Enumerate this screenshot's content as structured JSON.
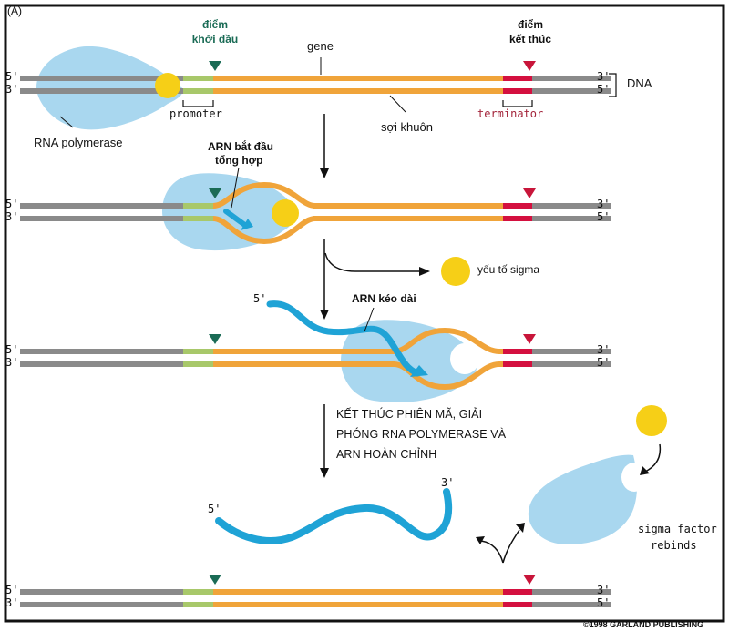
{
  "figure": {
    "panel_label": "(A)",
    "copyright": "©1998 GARLAND PUBLISHING"
  },
  "labels": {
    "start_point": [
      "điểm",
      "khởi đầu"
    ],
    "end_point": [
      "điểm",
      "kết thúc"
    ],
    "gene": "gene",
    "dna": "DNA",
    "promoter": "promoter",
    "template_strand": "sợi khuôn",
    "terminator": "terminator",
    "rna_polymerase": "RNA polymerase",
    "rna_start": [
      "ARN bắt đầu",
      "tổng hợp"
    ],
    "sigma_factor": "yếu tố sigma",
    "rna_elongation": "ARN kéo dài",
    "termination": [
      "KẾT THÚC PHIÊN MÃ, GIẢI",
      "PHÓNG RNA POLYMERASE VÀ",
      "ARN HOÀN CHỈNH"
    ],
    "sigma_rebinds": [
      "sigma factor",
      "rebinds"
    ],
    "prime5": "5'",
    "prime3": "3'"
  },
  "colors": {
    "dna": "#8a8a8a",
    "gene": "#f0a43a",
    "promoter": "#a8c86a",
    "terminator": "#d4103f",
    "polymerase": "#a9d7ef",
    "sigma": "#f6cf17",
    "rna": "#1fa3d6",
    "start_marker": "#1a6b55",
    "end_marker": "#c8153a"
  }
}
